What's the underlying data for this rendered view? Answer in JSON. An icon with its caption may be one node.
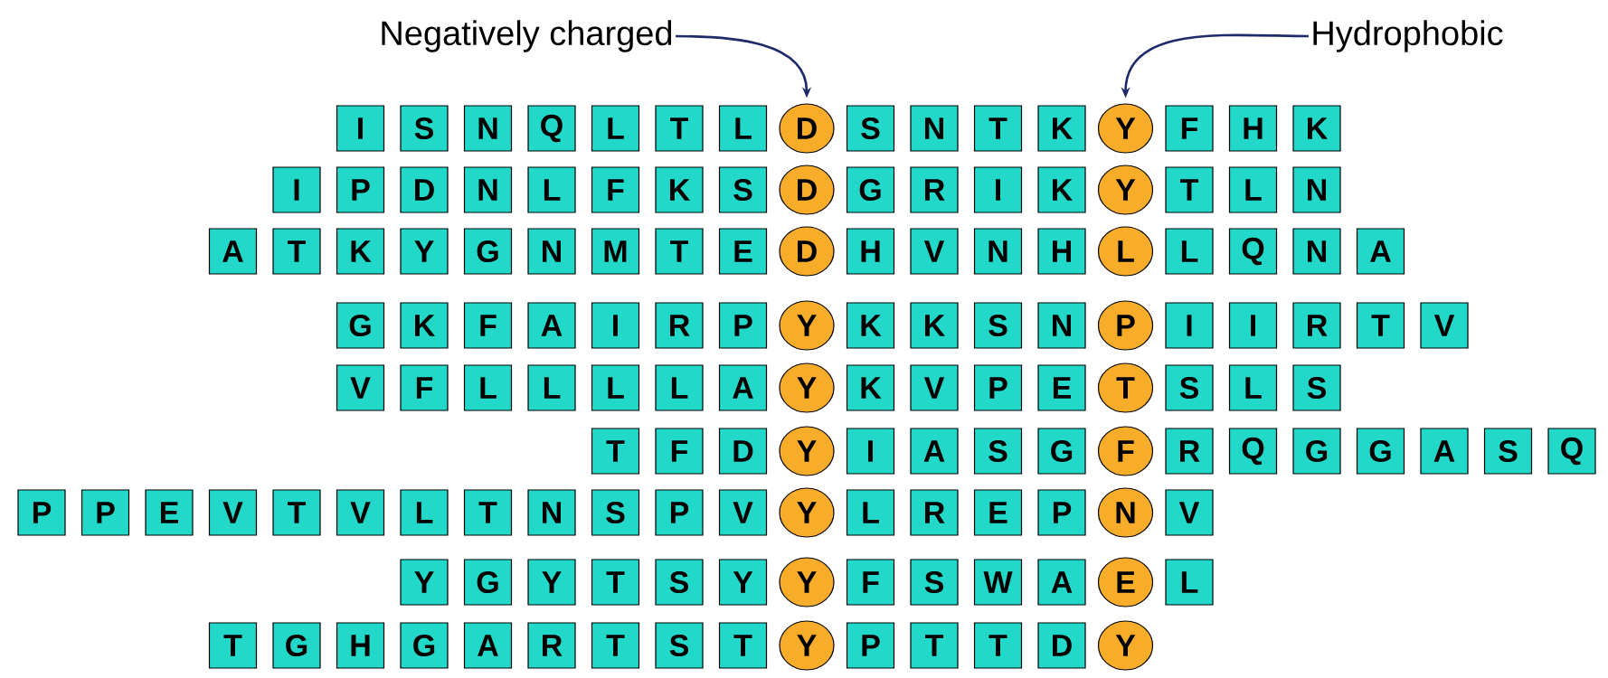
{
  "diagram": {
    "nodes": [
      {
        "text": [
          "Negatively charged"
        ]
      },
      {
        "text": [
          "Hydrophobic"
        ]
      },
      {
        "text": [
          "I"
        ]
      },
      {
        "text": [
          "S"
        ]
      },
      {
        "text": [
          "N"
        ]
      },
      {
        "text": [
          "Q"
        ]
      },
      {
        "text": [
          "L"
        ]
      },
      {
        "text": [
          "T"
        ]
      },
      {
        "text": [
          "L"
        ]
      },
      {
        "text": [
          "D"
        ]
      },
      {
        "text": [
          "S"
        ]
      },
      {
        "text": [
          "N"
        ]
      },
      {
        "text": [
          "T"
        ]
      },
      {
        "text": [
          "K"
        ]
      },
      {
        "text": [
          "Y"
        ]
      },
      {
        "text": [
          "F"
        ]
      },
      {
        "text": [
          "H"
        ]
      },
      {
        "text": [
          "K"
        ]
      },
      {
        "text": [
          "I"
        ]
      },
      {
        "text": [
          "P"
        ]
      },
      {
        "text": [
          "D"
        ]
      },
      {
        "text": [
          "N"
        ]
      },
      {
        "text": [
          "L"
        ]
      },
      {
        "text": [
          "F"
        ]
      },
      {
        "text": [
          "K"
        ]
      },
      {
        "text": [
          "S"
        ]
      },
      {
        "text": [
          "D"
        ]
      },
      {
        "text": [
          "G"
        ]
      },
      {
        "text": [
          "R"
        ]
      },
      {
        "text": [
          "I"
        ]
      },
      {
        "text": [
          "K"
        ]
      },
      {
        "text": [
          "Y"
        ]
      },
      {
        "text": [
          "T"
        ]
      },
      {
        "text": [
          "L"
        ]
      },
      {
        "text": [
          "N"
        ]
      },
      {
        "text": [
          "A"
        ]
      },
      {
        "text": [
          "T"
        ]
      },
      {
        "text": [
          "K"
        ]
      },
      {
        "text": [
          "Y"
        ]
      },
      {
        "text": [
          "G"
        ]
      },
      {
        "text": [
          "N"
        ]
      },
      {
        "text": [
          "M"
        ]
      },
      {
        "text": [
          "T"
        ]
      },
      {
        "text": [
          "E"
        ]
      },
      {
        "text": [
          "D"
        ]
      },
      {
        "text": [
          "H"
        ]
      },
      {
        "text": [
          "V"
        ]
      },
      {
        "text": [
          "N"
        ]
      },
      {
        "text": [
          "H"
        ]
      },
      {
        "text": [
          "L"
        ]
      },
      {
        "text": [
          "L"
        ]
      },
      {
        "text": [
          "Q"
        ]
      },
      {
        "text": [
          "N"
        ]
      },
      {
        "text": [
          "A"
        ]
      },
      {
        "text": [
          "G"
        ]
      },
      {
        "text": [
          "K"
        ]
      },
      {
        "text": [
          "F"
        ]
      },
      {
        "text": [
          "A"
        ]
      },
      {
        "text": [
          "I"
        ]
      },
      {
        "text": [
          "R"
        ]
      },
      {
        "text": [
          "P"
        ]
      },
      {
        "text": [
          "Y"
        ]
      },
      {
        "text": [
          "K"
        ]
      },
      {
        "text": [
          "K"
        ]
      },
      {
        "text": [
          "S"
        ]
      },
      {
        "text": [
          "N"
        ]
      },
      {
        "text": [
          "P"
        ]
      },
      {
        "text": [
          "I"
        ]
      },
      {
        "text": [
          "I"
        ]
      },
      {
        "text": [
          "R"
        ]
      },
      {
        "text": [
          "T"
        ]
      },
      {
        "text": [
          "V"
        ]
      },
      {
        "text": [
          "V"
        ]
      },
      {
        "text": [
          "F"
        ]
      },
      {
        "text": [
          "L"
        ]
      },
      {
        "text": [
          "L"
        ]
      },
      {
        "text": [
          "L"
        ]
      },
      {
        "text": [
          "L"
        ]
      },
      {
        "text": [
          "A"
        ]
      },
      {
        "text": [
          "Y"
        ]
      },
      {
        "text": [
          "K"
        ]
      },
      {
        "text": [
          "V"
        ]
      },
      {
        "text": [
          "P"
        ]
      },
      {
        "text": [
          "E"
        ]
      },
      {
        "text": [
          "T"
        ]
      },
      {
        "text": [
          "S"
        ]
      },
      {
        "text": [
          "L"
        ]
      },
      {
        "text": [
          "S"
        ]
      },
      {
        "text": [
          "T"
        ]
      },
      {
        "text": [
          "F"
        ]
      },
      {
        "text": [
          "D"
        ]
      },
      {
        "text": [
          "Y"
        ]
      },
      {
        "text": [
          "I"
        ]
      },
      {
        "text": [
          "A"
        ]
      },
      {
        "text": [
          "S"
        ]
      },
      {
        "text": [
          "G"
        ]
      },
      {
        "text": [
          "F"
        ]
      },
      {
        "text": [
          "R"
        ]
      },
      {
        "text": [
          "Q"
        ]
      },
      {
        "text": [
          "G"
        ]
      },
      {
        "text": [
          "G"
        ]
      },
      {
        "text": [
          "A"
        ]
      },
      {
        "text": [
          "S"
        ]
      },
      {
        "text": [
          "Q"
        ]
      },
      {
        "text": [
          "P"
        ]
      },
      {
        "text": [
          "P"
        ]
      },
      {
        "text": [
          "E"
        ]
      },
      {
        "text": [
          "V"
        ]
      },
      {
        "text": [
          "T"
        ]
      },
      {
        "text": [
          "V"
        ]
      },
      {
        "text": [
          "L"
        ]
      },
      {
        "text": [
          "T"
        ]
      },
      {
        "text": [
          "N"
        ]
      },
      {
        "text": [
          "S"
        ]
      },
      {
        "text": [
          "P"
        ]
      },
      {
        "text": [
          "V"
        ]
      },
      {
        "text": [
          "Y"
        ]
      },
      {
        "text": [
          "L"
        ]
      },
      {
        "text": [
          "R"
        ]
      },
      {
        "text": [
          "E"
        ]
      },
      {
        "text": [
          "P"
        ]
      },
      {
        "text": [
          "N"
        ]
      },
      {
        "text": [
          "V"
        ]
      },
      {
        "text": [
          "Y"
        ]
      },
      {
        "text": [
          "G"
        ]
      },
      {
        "text": [
          "Y"
        ]
      },
      {
        "text": [
          "T"
        ]
      },
      {
        "text": [
          "S"
        ]
      },
      {
        "text": [
          "Y"
        ]
      },
      {
        "text": [
          "Y"
        ]
      },
      {
        "text": [
          "F"
        ]
      },
      {
        "text": [
          "S"
        ]
      },
      {
        "text": [
          "W"
        ]
      },
      {
        "text": [
          "A"
        ]
      },
      {
        "text": [
          "E"
        ]
      },
      {
        "text": [
          "L"
        ]
      },
      {
        "text": [
          "T"
        ]
      },
      {
        "text": [
          "G"
        ]
      },
      {
        "text": [
          "H"
        ]
      },
      {
        "text": [
          "G"
        ]
      },
      {
        "text": [
          "A"
        ]
      },
      {
        "text": [
          "R"
        ]
      },
      {
        "text": [
          "T"
        ]
      },
      {
        "text": [
          "S"
        ]
      },
      {
        "text": [
          "T"
        ]
      },
      {
        "text": [
          "Y"
        ]
      },
      {
        "text": [
          "P"
        ]
      },
      {
        "text": [
          "T"
        ]
      },
      {
        "text": [
          "T"
        ]
      },
      {
        "text": [
          "D"
        ]
      },
      {
        "text": [
          "Y"
        ]
      }
    ],
    "edges": [
      {
        "from": 0,
        "to": 9,
        "arrow": "to"
      },
      {
        "from": 1,
        "to": 14,
        "arrow": "to"
      }
    ]
  }
}
